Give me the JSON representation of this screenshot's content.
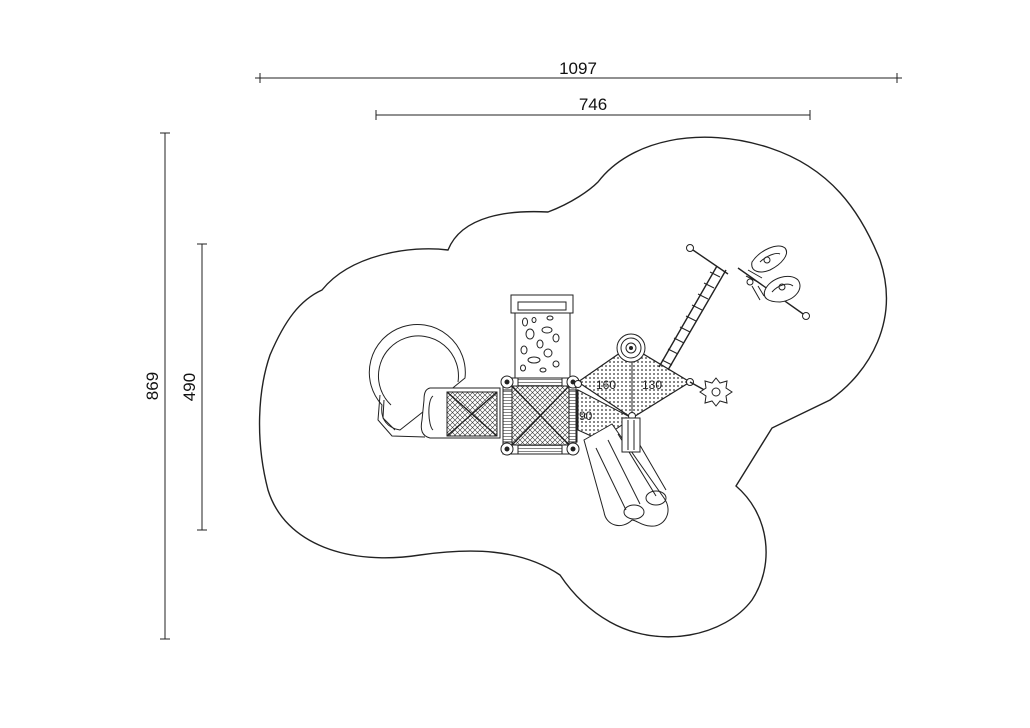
{
  "dimensions": {
    "overall_width": "1097",
    "equipment_width": "746",
    "overall_depth": "869",
    "equipment_depth": "490"
  },
  "platform_heights": {
    "left": "160",
    "right": "130",
    "lower": "90"
  }
}
